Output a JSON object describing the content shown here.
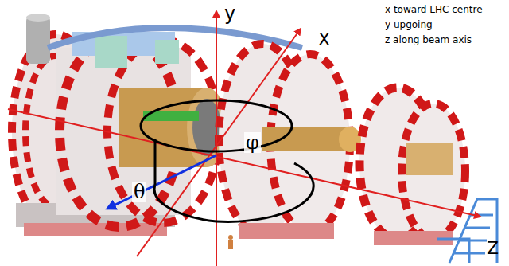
{
  "diagram": {
    "labels": [
      "y",
      "X",
      "Z",
      "φ",
      "θ",
      "x toward LHC centre",
      "y upgoing",
      "z along beam axis"
    ]
  }
}
